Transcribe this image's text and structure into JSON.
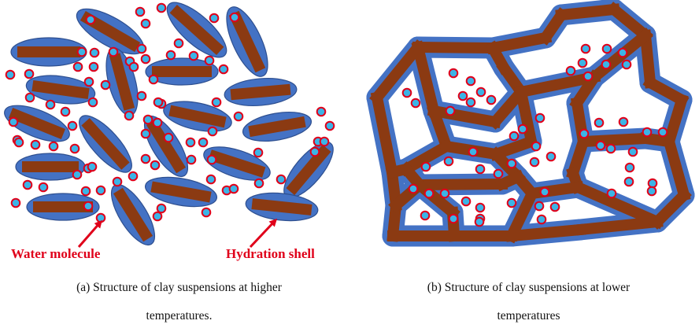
{
  "panel_a": {
    "caption_line1": "(a) Structure of clay suspensions at higher",
    "caption_line2": "temperatures.",
    "label_water": "Water molecule",
    "label_shell": "Hydration shell"
  },
  "panel_b": {
    "caption_line1": "(b) Structure of clay suspensions at lower",
    "caption_line2": "temperatures"
  },
  "colors": {
    "clay_brown": "#8b3a12",
    "shell_blue": "#4472c4",
    "water_ring": "#e0001a",
    "water_fill": "#3cb4e6",
    "label_red": "#e0001a"
  }
}
